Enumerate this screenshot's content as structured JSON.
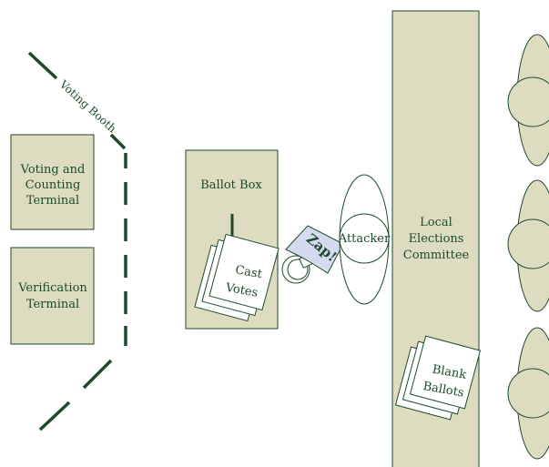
{
  "booth": {
    "label": "Voting Booth"
  },
  "terminals": {
    "voting": [
      "Voting and",
      "Counting",
      "Terminal"
    ],
    "verification": [
      "Verification",
      "Terminal"
    ]
  },
  "ballot_box": {
    "title": "Ballot Box",
    "cast_votes": [
      "Cast",
      "Votes"
    ]
  },
  "zap": {
    "label": "Zap!"
  },
  "attacker": {
    "label": "Attacker"
  },
  "committee": {
    "label": [
      "Local",
      "Elections",
      "Committee"
    ]
  },
  "blank_ballots": {
    "label": [
      "Blank",
      "Ballots"
    ]
  },
  "colors": {
    "fill": "#dedcc0",
    "stroke": "#1e4a2a",
    "zap": "#d6daf0"
  }
}
